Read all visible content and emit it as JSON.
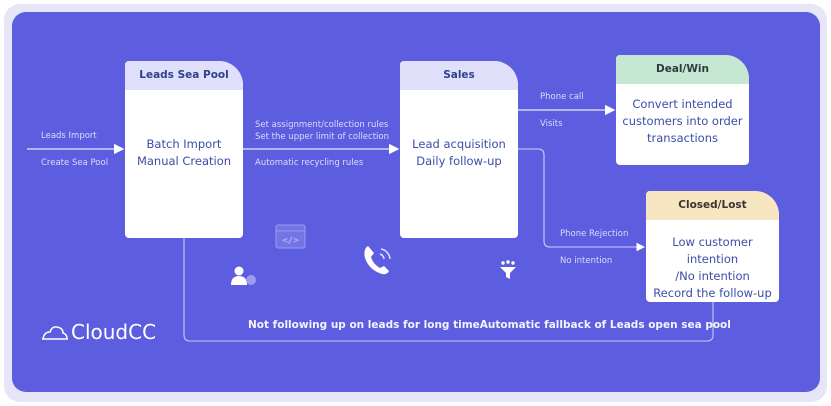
{
  "nodes": {
    "sea_pool": {
      "title": "Leads Sea Pool",
      "lines": [
        "Batch Import",
        "Manual Creation"
      ]
    },
    "sales": {
      "title": "Sales",
      "lines": [
        "Lead acquisition",
        "Daily follow-up"
      ]
    },
    "deal": {
      "title": "Deal/Win",
      "lines": [
        "Convert intended",
        "customers into order",
        "transactions"
      ]
    },
    "closed": {
      "title": "Closed/Lost",
      "lines": [
        "Low customer intention",
        "/No intention",
        "Record the follow-up"
      ]
    }
  },
  "edges": {
    "input": {
      "above": "Leads Import",
      "below": "Create Sea Pool"
    },
    "pool_to_sales": {
      "above1": "Set assignment/collection rules",
      "above2": "Set the upper limit of collection",
      "below": "Automatic recycling rules"
    },
    "sales_to_deal": {
      "above": "Phone call",
      "below": "Visits"
    },
    "sales_to_closed": {
      "above": "Phone Rejection",
      "below": "No intention"
    },
    "fallback": "Not following up on leads for long timeAutomatic fallback of Leads open sea pool"
  },
  "logo": "CloudCC",
  "colors": {
    "panel": "#5d5de0",
    "header_blue": "#e0e0fa",
    "header_green": "#c6e8d2",
    "header_orange": "#f8e5c2"
  }
}
